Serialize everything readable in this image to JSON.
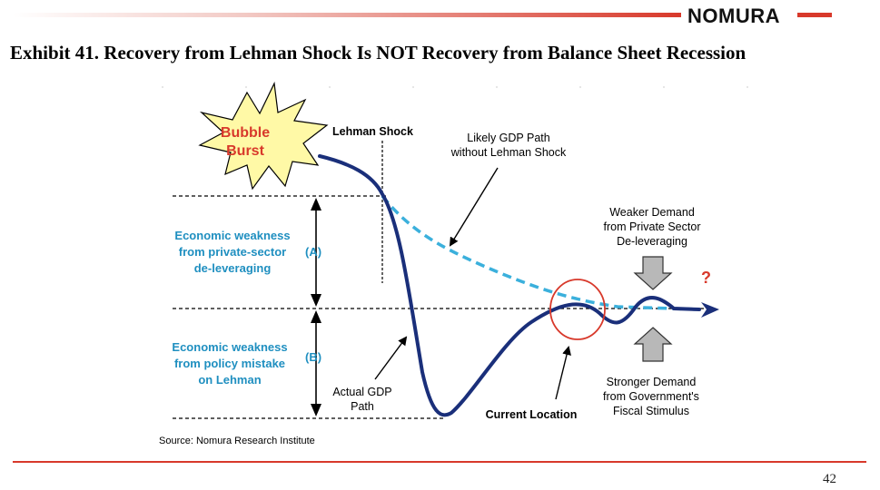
{
  "header": {
    "logo": "NOMURA",
    "title": "Exhibit 41.  Recovery from Lehman Shock Is NOT Recovery from Balance Sheet Recession"
  },
  "diagram": {
    "burst": [
      "Bubble",
      "Burst"
    ],
    "lehman_shock": "Lehman Shock",
    "likely_path": [
      "Likely GDP Path",
      "without Lehman Shock"
    ],
    "weaker_demand": [
      "Weaker Demand",
      "from Private Sector",
      "De-leveraging"
    ],
    "question": "?",
    "weakness_a": [
      "Economic weakness",
      "from private-sector",
      "de-leveraging"
    ],
    "label_a": "(A)",
    "weakness_b": [
      "Economic weakness",
      "from policy mistake",
      "on Lehman"
    ],
    "label_b": "(B)",
    "actual_path": [
      "Actual GDP",
      "Path"
    ],
    "current_location": "Current Location",
    "stronger_demand": [
      "Stronger Demand",
      "from Government's",
      "Fiscal Stimulus"
    ],
    "source": "Source: Nomura Research Institute"
  },
  "colors": {
    "actual_path": "#1a2f7a",
    "likely_path": "#3bb0dc",
    "accent_red": "#d8392b",
    "blue_text": "#1f8fc0",
    "burst_fill": "#fff9a6"
  },
  "footer": {
    "page": "42"
  }
}
